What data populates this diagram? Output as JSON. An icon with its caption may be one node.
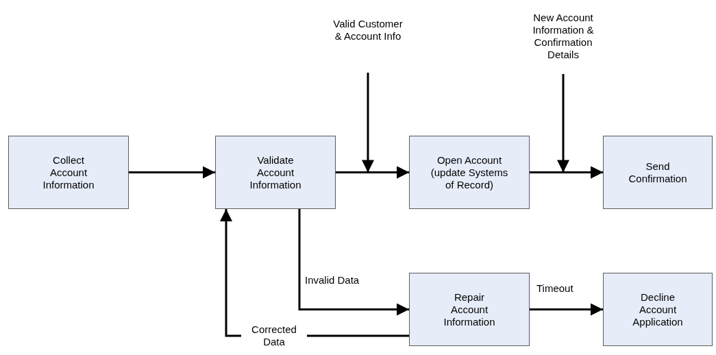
{
  "diagram": {
    "nodes": [
      {
        "text": [
          "Collect Account Information"
        ]
      },
      {
        "text": [
          "Validate Account Information"
        ]
      },
      {
        "text": [
          "Open Account (update Systems of Record)"
        ]
      },
      {
        "text": [
          "Send Confirmation"
        ]
      },
      {
        "text": [
          "Repair Account Information"
        ]
      },
      {
        "text": [
          "Decline Account Application"
        ]
      },
      {
        "text": [
          "Valid Customer & Account Info"
        ]
      },
      {
        "text": [
          "New Account Information & Confirmation Details"
        ]
      }
    ],
    "edges": [
      {
        "from": 0,
        "to": 1,
        "arrow": "to"
      },
      {
        "from": 1,
        "to": 2,
        "arrow": "to"
      },
      {
        "from": 6,
        "to": 2,
        "arrow": "to"
      },
      {
        "from": 2,
        "to": 3,
        "arrow": "to"
      },
      {
        "from": 7,
        "to": 3,
        "arrow": "to"
      },
      {
        "from": 1,
        "to": 4,
        "arrow": "to",
        "label": "Invalid Data"
      },
      {
        "from": 4,
        "to": 5,
        "arrow": "to",
        "label": "Timeout"
      },
      {
        "from": 4,
        "to": 1,
        "arrow": "to",
        "label": "Corrected Data"
      }
    ]
  }
}
